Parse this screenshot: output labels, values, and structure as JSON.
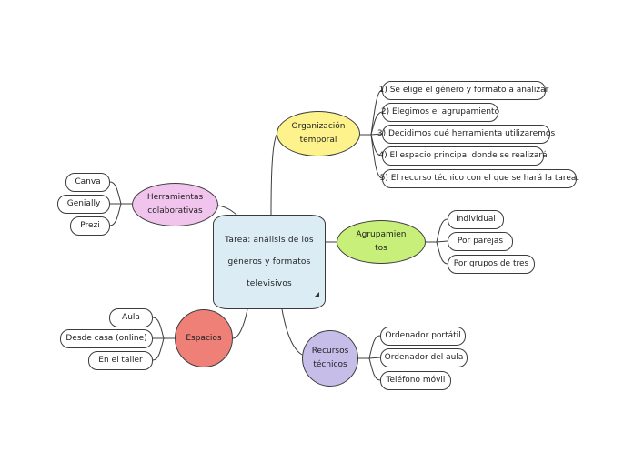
{
  "central": {
    "title": "Tarea: análisis de los géneros y formatos televisivos"
  },
  "branches": {
    "organizacion": {
      "label": "Organización temporal",
      "items": [
        "1) Se elige el género y formato a analizar",
        "2) Elegimos el agrupamiento",
        "3) Decidimos qué herramienta utilizaremos",
        "4) El espacio principal donde se realizará",
        "5) El recurso técnico con el que se hará la tarea."
      ]
    },
    "agrupamientos": {
      "label": "Agrupamientos",
      "items": [
        "Individual",
        "Por parejas",
        "Por grupos de tres"
      ]
    },
    "recursos": {
      "label": "Recursos técnicos",
      "items": [
        "Ordenador portátil",
        "Ordenador del aula",
        "Teléfono móvil"
      ]
    },
    "espacios": {
      "label": "Espacios",
      "items": [
        "Aula",
        "Desde casa (online)",
        "En el taller"
      ]
    },
    "herramientas": {
      "label": "Herramientas colaborativas",
      "items": [
        "Canva",
        "Genially",
        "Prezi"
      ]
    }
  },
  "colors": {
    "organizacion": "#fdf28c",
    "agrupamientos": "#c8ef79",
    "recursos": "#c6bde9",
    "espacios": "#ee8078",
    "herramientas": "#f1c4ed",
    "central": "#dcecf4",
    "line": "#3c3c3c"
  }
}
